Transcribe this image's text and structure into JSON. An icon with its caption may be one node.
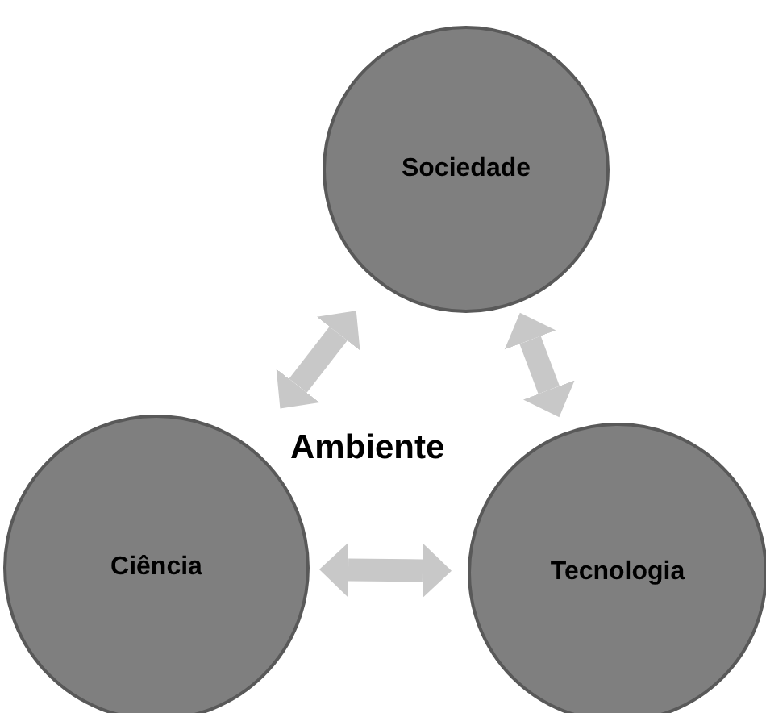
{
  "diagram": {
    "nodes": [
      {
        "text": [
          "Sociedade"
        ]
      },
      {
        "text": [
          "Ciência"
        ]
      },
      {
        "text": [
          "Tecnologia"
        ]
      }
    ],
    "edges": [
      {
        "from": 0,
        "to": 1,
        "arrow": "both"
      },
      {
        "from": 0,
        "to": 2,
        "arrow": "both"
      },
      {
        "from": 1,
        "to": 2,
        "arrow": "both"
      }
    ],
    "labels": [
      "Ambiente"
    ]
  }
}
